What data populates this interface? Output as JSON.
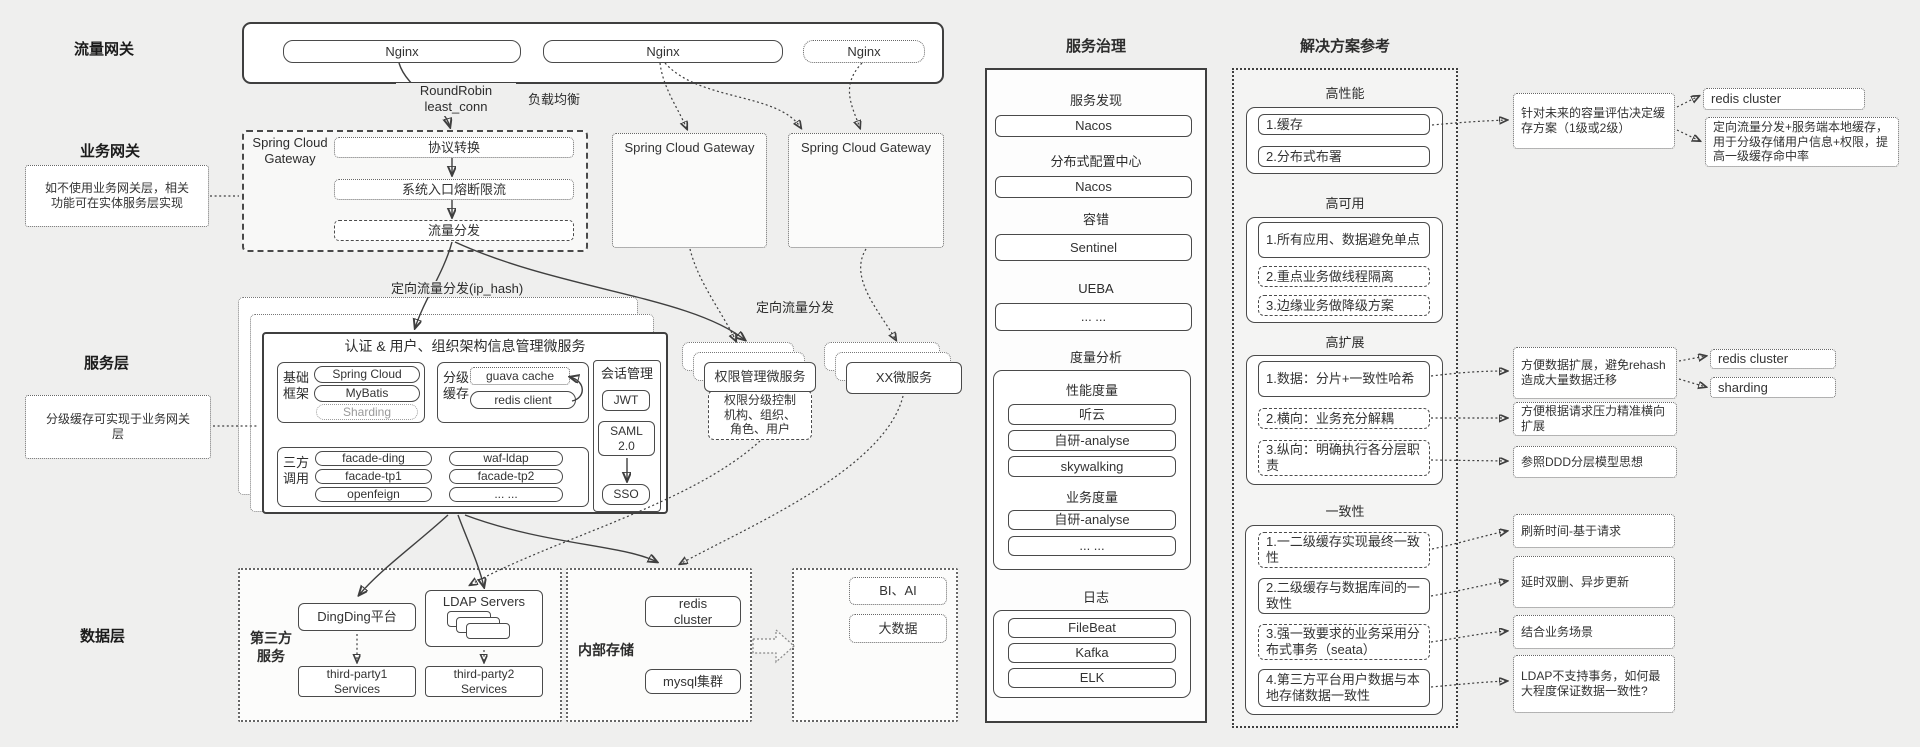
{
  "layer_labels": {
    "traffic": "流量网关",
    "business": "业务网关",
    "service": "服务层",
    "data": "数据层"
  },
  "side_notes": {
    "business": "如不使用业务网关层，相关\n功能可在实体服务层实现",
    "service": "分级缓存可实现于业务网关\n层"
  },
  "traffic_gateway": {
    "nginx": [
      "Nginx",
      "Nginx",
      "Nginx"
    ],
    "lb_algorithm": "RoundRobin\nleast_conn",
    "lb_label": "负载均衡"
  },
  "business_gateway": {
    "main_title": "Spring Cloud\nGateway",
    "steps": [
      "协议转换",
      "系统入口熔断限流",
      "流量分发"
    ],
    "gateway2": "Spring Cloud Gateway",
    "gateway3": "Spring Cloud Gateway"
  },
  "flow_labels": {
    "ip_hash": "定向流量分发(ip_hash)",
    "directed": "定向流量分发"
  },
  "auth_service": {
    "title": "认证 & 用户、组织架构信息管理微服务",
    "base_label": "基础\n框架",
    "base_items": [
      "Spring Cloud",
      "MyBatis",
      "Sharding"
    ],
    "cache_label": "分级\n缓存",
    "cache_items": [
      "guava cache",
      "redis client"
    ],
    "session_label": "会话管理",
    "session_items": [
      "JWT",
      "SAML\n2.0",
      "SSO"
    ],
    "third_label": "三方\n调用",
    "third_items": [
      "facade-ding",
      "waf-ldap",
      "facade-tp1",
      "facade-tp2",
      "openfeign",
      "... ..."
    ]
  },
  "perm_service": {
    "title": "权限管理微服务",
    "note": "权限分级控制\n机构、组织、\n角色、用户"
  },
  "xx_service": {
    "title": "XX微服务"
  },
  "data_layer": {
    "third_label": "第三方\n服务",
    "dingding": "DingDing平台",
    "ldap": "LDAP Servers",
    "tp1": "third-party1\nServices",
    "tp2": "third-party2\nServices",
    "internal_label": "内部存储",
    "redis": "redis\ncluster",
    "mysql": "mysql集群",
    "bi": "BI、AI",
    "bigdata": "大数据"
  },
  "governance": {
    "title": "服务治理",
    "discovery_label": "服务发现",
    "discovery_item": "Nacos",
    "config_label": "分布式配置中心",
    "config_item": "Nacos",
    "fault_label": "容错",
    "fault_item": "Sentinel",
    "ueba_label": "UEBA",
    "ueba_item": "... ...",
    "metrics_title": "度量分析",
    "perf_label": "性能度量",
    "perf_items": [
      "听云",
      "自研-analyse",
      "skywalking"
    ],
    "biz_label": "业务度量",
    "biz_items": [
      "自研-analyse",
      "... ..."
    ],
    "log_label": "日志",
    "log_items": [
      "FileBeat",
      "Kafka",
      "ELK"
    ]
  },
  "solutions": {
    "title": "解决方案参考",
    "perf_title": "高性能",
    "perf_items": [
      "1.缓存",
      "2.分布式布署"
    ],
    "ha_title": "高可用",
    "ha_items": [
      "1.所有应用、数据避免单点",
      "2.重点业务做线程隔离",
      "3.边缘业务做降级方案"
    ],
    "scale_title": "高扩展",
    "scale_items": [
      "1.数据：分片+一致性哈希",
      "2.横向：业务充分解耦",
      "3.纵向：明确执行各分层职责"
    ],
    "cons_title": "一致性",
    "cons_items": [
      "1.一二级缓存实现最终一致性",
      "2.二级缓存与数据库间的一致性",
      "3.强一致要求的业务采用分布式事务（seata）",
      "4.第三方平台用户数据与本地存储数据一致性"
    ]
  },
  "annotations": {
    "cache_plan": "针对未来的容量评估决定缓存方案（1级或2级）",
    "redis_cluster_1": "redis cluster",
    "directed_cache": "定向流量分发+服务端本地缓存，用于分级存储用户信息+权限，提高一级缓存命中率",
    "rehash": "方便数据扩展，避免rehash造成大量数据迁移",
    "redis_cluster_2": "redis cluster",
    "sharding": "sharding",
    "horizontal": "方便根据请求压力精准横向扩展",
    "ddd": "参照DDD分层模型思想",
    "refresh": "刷新时间-基于请求",
    "double_delete": "延时双删、异步更新",
    "biz_scene": "结合业务场景",
    "ldap_note": "LDAP不支持事务，如何最大程度保证数据一致性?"
  },
  "colors": {
    "stroke": "#3f3f3f",
    "background": "#efefee",
    "box_bg": "#ffffff",
    "muted_text": "#9a9a9a"
  }
}
